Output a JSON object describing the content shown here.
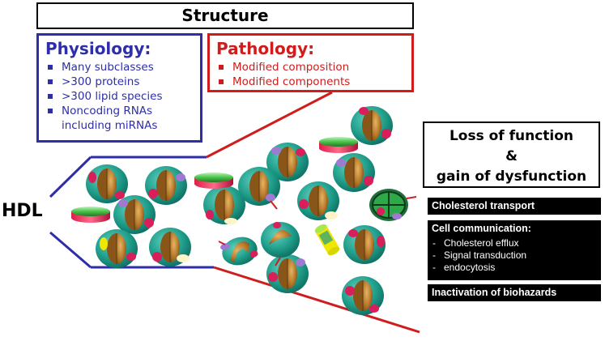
{
  "structure": {
    "title": "Structure"
  },
  "physiology": {
    "title": "Physiology:",
    "items": [
      "Many subclasses",
      ">300 proteins",
      ">300 lipid species",
      "Noncoding RNAs",
      "including miRNAs"
    ]
  },
  "pathology": {
    "title": "Pathology:",
    "items": [
      "Modified composition",
      "Modified components"
    ]
  },
  "hdl_label": "HDL",
  "loss_box": {
    "line1": "Loss of function",
    "line2": "&",
    "line3": "gain of dysfunction"
  },
  "function_boxes": {
    "cholesterol_transport": "Cholesterol transport",
    "cell_communication": {
      "title": "Cell communication:",
      "items": [
        "Cholesterol efflux",
        "Signal transduction",
        "endocytosis"
      ]
    },
    "inactivation": "Inactivation of biohazards"
  },
  "colors": {
    "physiology": "#2e2ea8",
    "pathology": "#d01c1c",
    "particle_shell": "#1f9d8a",
    "particle_core": "#b7792b",
    "apoprotein_red": "#d81f5a",
    "apoprotein_purple": "#a07ad0",
    "disc_green": "#5cd15c",
    "yellow": "#f0e600"
  }
}
